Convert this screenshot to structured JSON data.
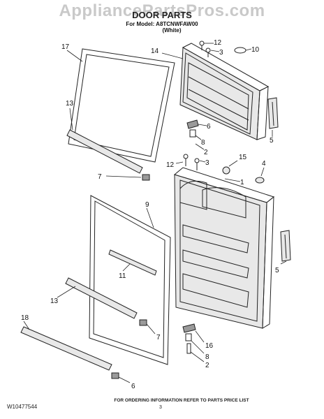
{
  "watermark": "AppliancePartsPros.com",
  "title": "DOOR PARTS",
  "model": "For Model: A8TCNWFAW00",
  "color": "(White)",
  "callouts": {
    "c17": "17",
    "c14": "14",
    "c12a": "12",
    "c3a": "3",
    "c10": "10",
    "c13a": "13",
    "c6a": "6",
    "c8a": "8",
    "c2a": "2",
    "c5a": "5",
    "c7a": "7",
    "c12b": "12",
    "c3b": "3",
    "c15": "15",
    "c4": "4",
    "c1": "1",
    "c9": "9",
    "c11": "11",
    "c5b": "5",
    "c13b": "13",
    "c7b": "7",
    "c18": "18",
    "c16": "16",
    "c8b": "8",
    "c2b": "2",
    "c6b": "6"
  },
  "footer": {
    "info": "FOR ORDERING INFORMATION REFER TO PARTS PRICE LIST",
    "doc_id": "W10477544",
    "page": "3"
  }
}
